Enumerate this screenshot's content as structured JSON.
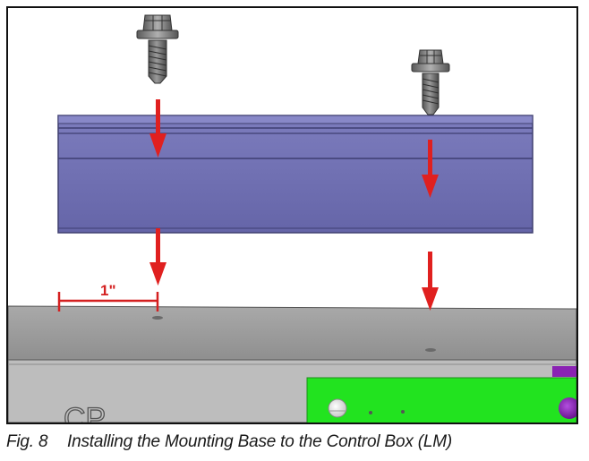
{
  "figure": {
    "dimension_label": "1\"",
    "partial_label": "CP",
    "colors": {
      "bracket": "#6f6fb0",
      "bracket_dark": "#4c4c86",
      "arrow": "#e0201f",
      "box_top": "#9c9c9c",
      "board": "#22e31f",
      "purple_part": "#8a23b3",
      "screw": "#6c6c6c"
    },
    "icons": [
      "screw-icon",
      "down-arrow-icon"
    ]
  },
  "caption": {
    "number": "Fig. 8",
    "text": "Installing the Mounting Base to the Control Box (LM)"
  }
}
